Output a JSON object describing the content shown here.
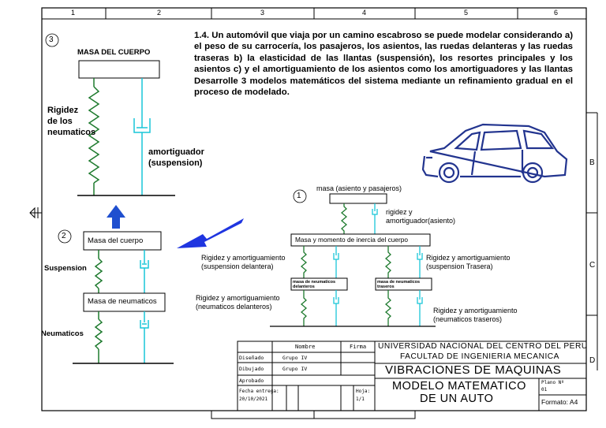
{
  "frame": {
    "columns": [
      "1",
      "2",
      "3",
      "4",
      "5",
      "6"
    ],
    "rows": [
      "B",
      "C",
      "D"
    ]
  },
  "problem": {
    "number": "1.4.",
    "text": "Un automóvil que viaja por un camino escabroso se puede modelar considerando a) el peso de su carrocería, los pasajeros, los asientos, las ruedas delanteras y las ruedas traseras b) la elasticidad de las llantas (suspensión), los resortes principales y los asientos c) y el amortiguamiento de los asientos como los amortiguadores y las llantas Desarrolle 3 modelos matemáticos del sistema mediante un refinamiento gradual en el proceso de modelado."
  },
  "model3": {
    "number": "3",
    "mass": "MASA DEL CUERPO",
    "spring": "Rigidez\nde los\nneumaticos",
    "damper": "amortiguador\n(suspension)"
  },
  "model2": {
    "number": "2",
    "body_mass": "Masa del cuerpo",
    "wheel_mass": "Masa de neumaticos",
    "suspension": "Suspension",
    "tires": "Neumaticos"
  },
  "model1": {
    "number": "1",
    "seat_mass": "masa (asiento y pasajeros)",
    "seat_stiffness": "rigidez y\namortiguador(asiento)",
    "body_mass": "Masa y momento de inercia del cuerpo",
    "front_susp": "Rigidez y amortiguamiento\n(suspension delantera)",
    "rear_susp": "Rigidez y amortiguamiento\n(suspension Trasera)",
    "front_wheels_mass": "masa de neumaticos\ndelanteros",
    "rear_wheels_mass": "masa de neumaticos\ntraseros",
    "front_tires": "Rigidez y amortiguamiento\n(neumaticos delanteros)",
    "rear_tires": "Rigidez y amortiguamiento\n(neumaticos traseros)"
  },
  "title_block": {
    "header_name": "Nombre",
    "header_sign": "Firma",
    "designed_label": "Diseñado",
    "designed_value": "Grupo IV",
    "drawn_label": "Dibujado",
    "drawn_value": "Grupo IV",
    "approved_label": "Aprobado",
    "date_label": "Fecha entrega:",
    "date_value": "20/10/2021",
    "sheet_label": "Hoja:",
    "sheet_value": "1/1",
    "university": "UNIVERSIDAD NACIONAL DEL CENTRO DEL PERU",
    "faculty": "FACULTAD DE INGENIERIA MECANICA",
    "course": "VIBRACIONES DE MAQUINAS",
    "title_line1": "MODELO MATEMATICO",
    "title_line2": "DE UN AUTO",
    "plan_label": "Plano Nº",
    "plan_value": "01",
    "format": "Formato: A4"
  },
  "colors": {
    "spring": "#1e7a2e",
    "damper": "#19c6d8",
    "arrow_up": "#1f4fcf",
    "arrow_diag": "#1f35e0",
    "car": "#22348f"
  }
}
